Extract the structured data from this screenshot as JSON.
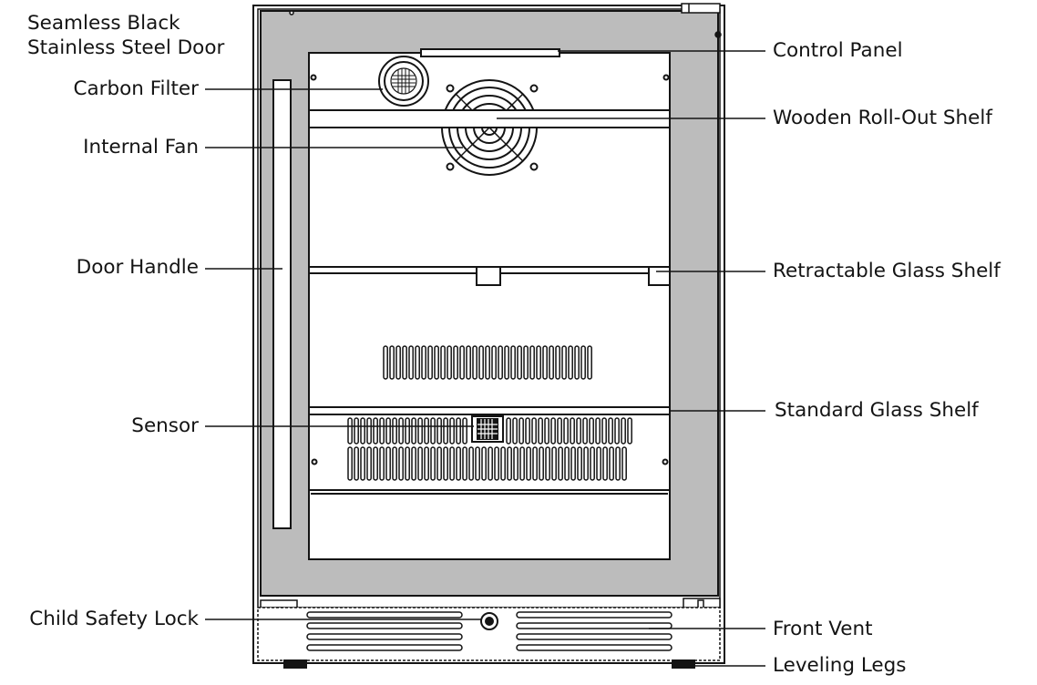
{
  "diagram": {
    "colors": {
      "outline": "#141414",
      "door_frame": "#bcbcbc",
      "leader": "#141414",
      "background": "#ffffff"
    },
    "callouts_left": [
      {
        "id": "door",
        "lines": [
          "Seamless Black",
          "Stainless Steel Door"
        ]
      },
      {
        "id": "filter",
        "lines": [
          "Carbon Filter"
        ]
      },
      {
        "id": "fan",
        "lines": [
          "Internal Fan"
        ]
      },
      {
        "id": "handle",
        "lines": [
          "Door Handle"
        ]
      },
      {
        "id": "sensor",
        "lines": [
          "Sensor"
        ]
      },
      {
        "id": "lock",
        "lines": [
          "Child Safety Lock"
        ]
      }
    ],
    "callouts_right": [
      {
        "id": "control",
        "lines": [
          "Control Panel"
        ]
      },
      {
        "id": "wooden",
        "lines": [
          "Wooden Roll-Out Shelf"
        ]
      },
      {
        "id": "retract",
        "lines": [
          "Retractable Glass Shelf"
        ]
      },
      {
        "id": "standard",
        "lines": [
          "Standard Glass Shelf"
        ]
      },
      {
        "id": "vent",
        "lines": [
          "Front Vent"
        ]
      },
      {
        "id": "legs",
        "lines": [
          "Leveling Legs"
        ]
      }
    ]
  }
}
